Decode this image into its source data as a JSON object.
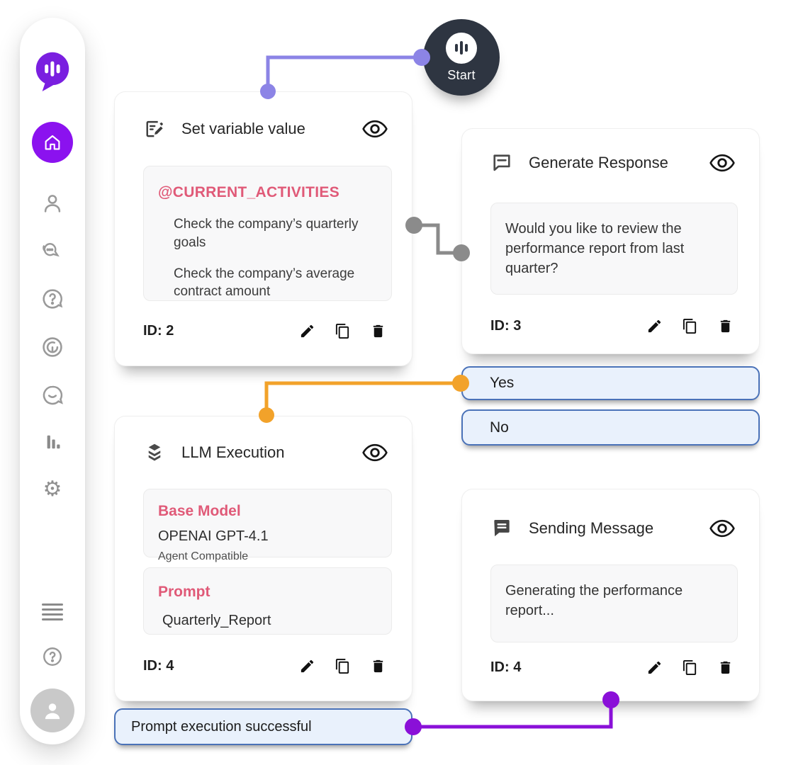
{
  "colors": {
    "brand_purple": "#7a1fe0",
    "accent_purple": "#8b12ef",
    "start_node_bg": "#2e3541",
    "pink": "#e05a78",
    "connector_purple": "#8c84e6",
    "connector_gray": "#8b8b8b",
    "connector_orange": "#f2a22a",
    "connector_violet": "#8a10d8",
    "option_bg": "#e9f1fc",
    "option_border": "#4a72b8"
  },
  "sidebar": {
    "icons": [
      "voice-chat-logo",
      "home",
      "user",
      "chat-bubbles",
      "question-bubble",
      "power-dial",
      "smile-chat",
      "bar-chart",
      "settings-gear",
      "menu-lines",
      "help-circle",
      "avatar"
    ]
  },
  "flow": {
    "start": {
      "label": "Start"
    },
    "set_variable": {
      "title": "Set variable value",
      "variable_tag": "@CURRENT_ACTIVITIES",
      "items": [
        "Check the company’s quarterly goals",
        "Check the company’s average contract amount"
      ],
      "id_label": "ID: 2"
    },
    "generate_response": {
      "title": "Generate Response",
      "message": "Would you like to review the performance report from last quarter?",
      "id_label": "ID: 3"
    },
    "options": {
      "yes": "Yes",
      "no": "No"
    },
    "llm_execution": {
      "title": "LLM Execution",
      "base_model_label": "Base Model",
      "base_model_value": "OPENAI GPT-4.1",
      "base_model_note": "Agent Compatible",
      "prompt_label": "Prompt",
      "prompt_value": "Quarterly_Report",
      "id_label": "ID: 4"
    },
    "sending_message": {
      "title": "Sending Message",
      "message": "Generating the performance report...",
      "id_label": "ID: 4"
    },
    "status_pill": {
      "label": "Prompt execution successful"
    }
  }
}
